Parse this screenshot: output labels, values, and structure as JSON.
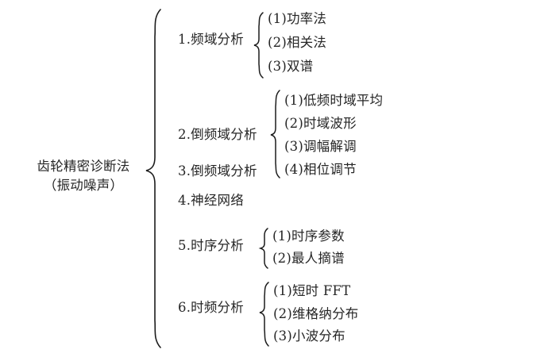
{
  "diagram": {
    "type": "tree-brace-diagram",
    "root": {
      "line1": "齿轮精密诊断法",
      "line2": "（振动噪声）"
    },
    "branches": [
      {
        "label": "1.频域分析",
        "children": [
          "(1)功率法",
          "(2)相关法",
          "(3)双谱"
        ]
      },
      {
        "label": "2.倒频域分析",
        "children": [
          "(1)低频时域平均",
          "(2)时域波形",
          "(3)调幅解调",
          "(4)相位调节"
        ]
      },
      {
        "label": "3.倒频域分析",
        "children": []
      },
      {
        "label": "4.神经网络",
        "children": []
      },
      {
        "label": "5.时序分析",
        "children": [
          "(1)时序参数",
          "(2)最人摘谱"
        ]
      },
      {
        "label": "6.时频分析",
        "children": [
          "(1)短时 FFT",
          "(2)维格纳分布",
          "(3)小波分布"
        ]
      }
    ],
    "colors": {
      "background": "#ffffff",
      "text": "#262626",
      "stroke": "#1c1c1c"
    }
  }
}
